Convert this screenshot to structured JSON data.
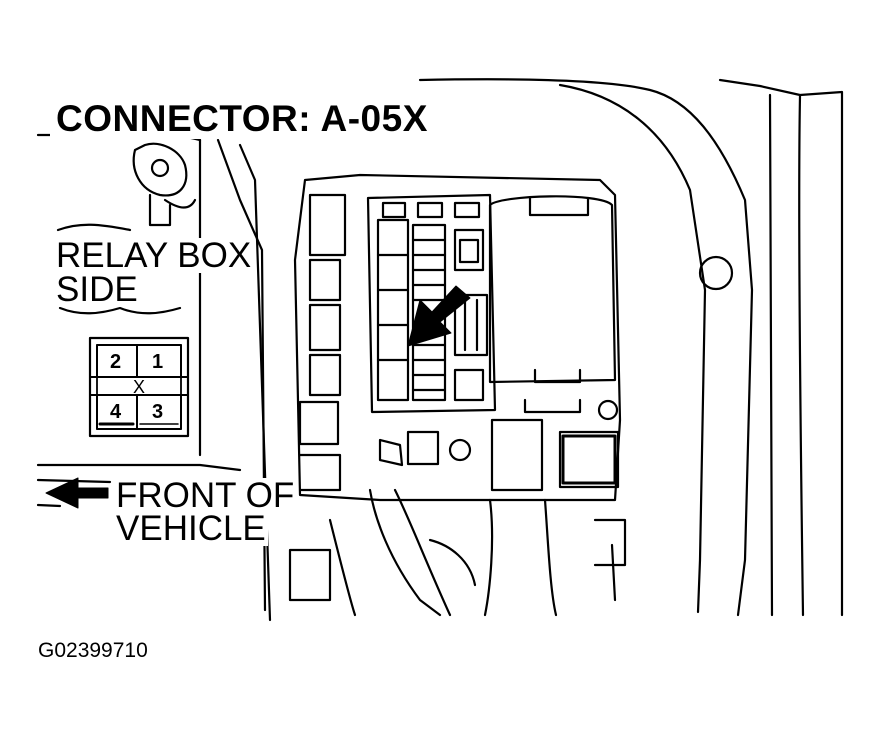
{
  "title": "CONNECTOR: A-05X",
  "relay_box_side": [
    "RELAY BOX",
    "SIDE"
  ],
  "front_of_vehicle": [
    "FRONT OF",
    "VEHICLE"
  ],
  "figure_id": "G02399710",
  "connector_face": {
    "pins": [
      "2",
      "1",
      "4",
      "3"
    ],
    "center_label": "X"
  },
  "icons": {
    "direction": "arrow-left-icon",
    "pointer": "pointer-arrow-icon"
  },
  "colors": {
    "line": "#000000",
    "background": "#ffffff"
  }
}
